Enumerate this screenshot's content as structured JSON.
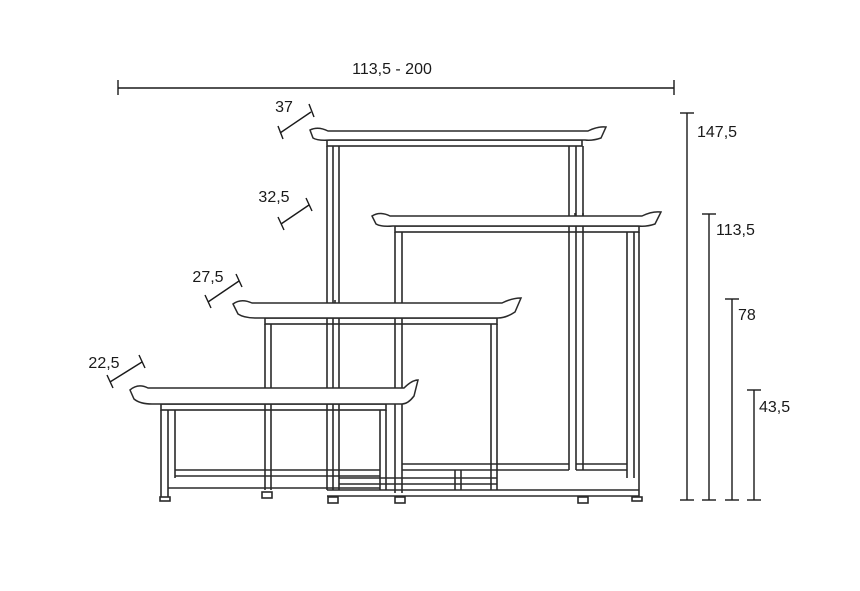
{
  "dimensions": {
    "overall_width": "113,5 - 200",
    "depths": {
      "shelf_1": "37",
      "shelf_2": "32,5",
      "shelf_3": "27,5",
      "shelf_4": "22,5"
    },
    "heights": {
      "h1": "147,5",
      "h2": "113,5",
      "h3": "78",
      "h4": "43,5"
    }
  }
}
